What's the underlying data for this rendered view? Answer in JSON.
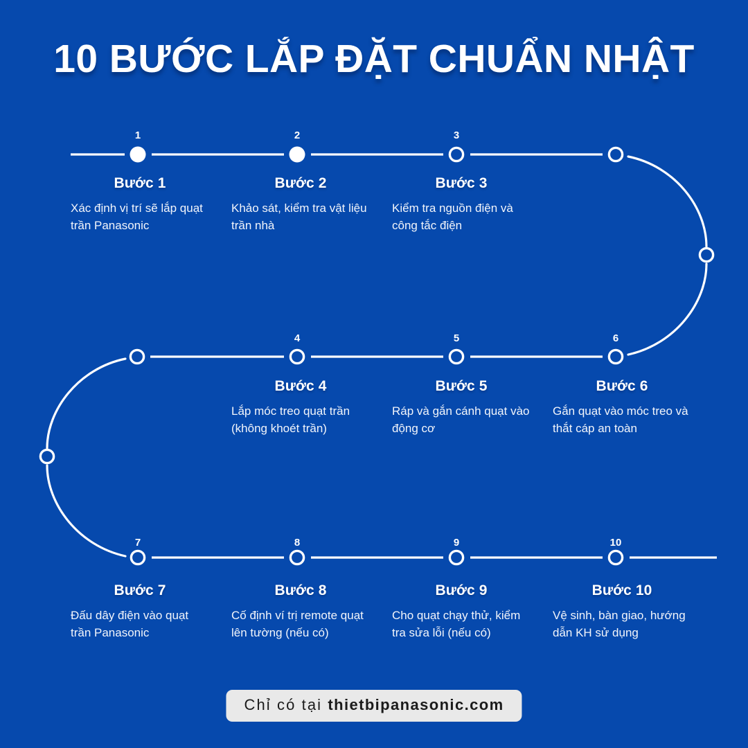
{
  "theme": {
    "background": "#0649ad",
    "line": "#ffffff",
    "text": "#ffffff",
    "badge_bg": "#e9e9e9",
    "badge_text": "#1b1b1b"
  },
  "header": {
    "title": "10 BƯỚC LẮP ĐẶT CHUẨN NHẬT"
  },
  "steps": [
    {
      "number": "1",
      "heading": "Bước 1",
      "description": "Xác định vị trí sẽ lắp quạt trần Panasonic",
      "marker": "filled"
    },
    {
      "number": "2",
      "heading": "Bước 2",
      "description": "Khảo sát, kiểm tra vật liệu trần nhà",
      "marker": "filled"
    },
    {
      "number": "3",
      "heading": "Bước 3",
      "description": "Kiểm tra nguồn điện và công tắc điện",
      "marker": "open"
    },
    {
      "number": "4",
      "heading": "Bước 4",
      "description": "Lắp móc treo quạt trần (không khoét trần)",
      "marker": "open"
    },
    {
      "number": "5",
      "heading": "Bước 5",
      "description": "Ráp và gắn cánh quạt vào động cơ",
      "marker": "open"
    },
    {
      "number": "6",
      "heading": "Bước 6",
      "description": "Gắn quạt vào móc treo và thắt cáp an toàn",
      "marker": "open"
    },
    {
      "number": "7",
      "heading": "Bước 7",
      "description": "Đấu dây điện vào quạt trần Panasonic",
      "marker": "open"
    },
    {
      "number": "8",
      "heading": "Bước 8",
      "description": "Cố định ví trị remote quạt lên tường (nếu có)",
      "marker": "open"
    },
    {
      "number": "9",
      "heading": "Bước 9",
      "description": "Cho quạt chạy thử, kiểm tra sửa lỗi (nếu có)",
      "marker": "open"
    },
    {
      "number": "10",
      "heading": "Bước 10",
      "description": "Vệ sinh, bàn giao, hướng dẫn KH sử dụng",
      "marker": "open"
    }
  ],
  "connectors": {
    "right_curve_node": "connector-node-right",
    "left_curve_node": "connector-node-left"
  },
  "footer": {
    "prefix": "Chỉ có tại ",
    "site": "thietbipanasonic.com"
  }
}
